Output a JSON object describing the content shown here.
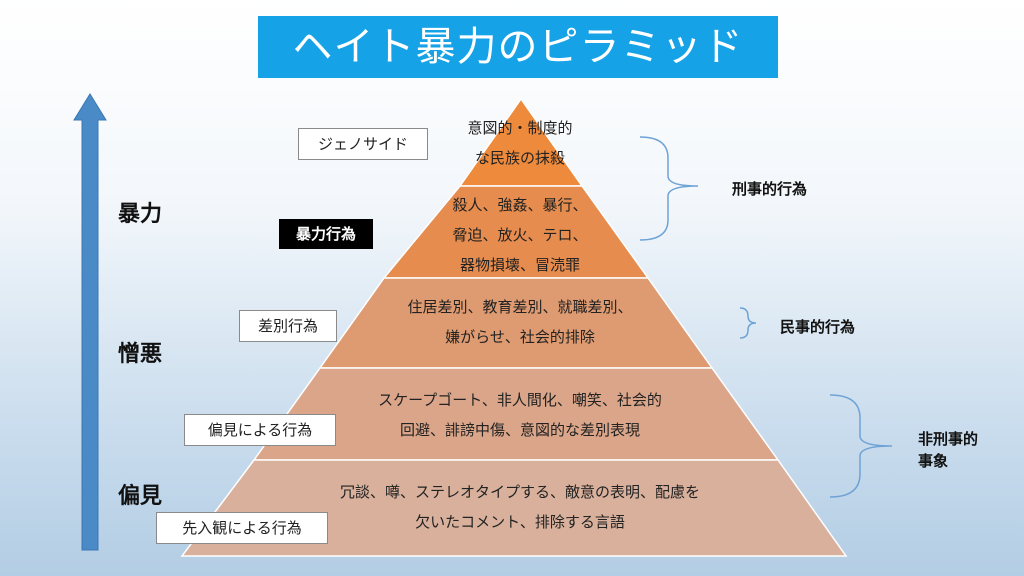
{
  "title": "ヘイト暴力のピラミッド",
  "levels": {
    "violence": "暴力",
    "hatred": "憎悪",
    "prejudice": "偏見"
  },
  "tiers": [
    {
      "line1": "意図的・制度的",
      "line2": "な民族の抹殺"
    },
    {
      "line1": "殺人、強姦、暴行、",
      "line2": "脅迫、放火、テロ、",
      "line3": "器物損壊、冒涜罪"
    },
    {
      "line1": "住居差別、教育差別、就職差別、",
      "line2": "嫌がらせ、社会的排除"
    },
    {
      "line1": "スケープゴート、非人間化、嘲笑、社会的",
      "line2": "回避、誹謗中傷、意図的な差別表現"
    },
    {
      "line1": "冗談、噂、ステレオタイプする、敵意の表明、配慮を",
      "line2": "欠いたコメント、排除する言語"
    }
  ],
  "tags": {
    "genocide": "ジェノサイド",
    "violent_acts": "暴力行為",
    "discrimination": "差別行為",
    "prejudice_acts": "偏見による行為",
    "preconception_acts": "先入観による行為"
  },
  "right_labels": {
    "criminal": "刑事的行為",
    "civil": "民事的行為",
    "non_criminal_line1": "非刑事的",
    "non_criminal_line2": "事象"
  },
  "colors": {
    "title_bg": "#15a2e6",
    "arrow": "#4a8ac6",
    "tier_1": "#ee8a3c",
    "tier_2": "#e68c4e",
    "tier_3": "#de9a70",
    "tier_4": "#dba589",
    "tier_5": "#d8b09c",
    "brace": "#6ea3d6"
  }
}
